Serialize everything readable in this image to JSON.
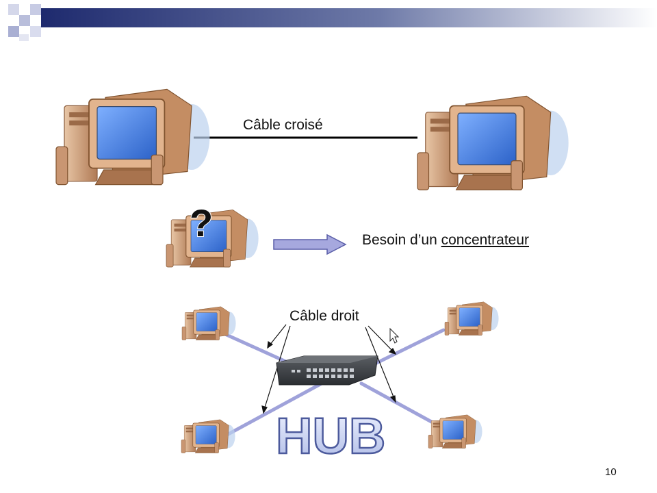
{
  "slide": {
    "crossover_label": "Câble croisé",
    "need_text_prefix": "Besoin d’un ",
    "need_text_link": "concentrateur",
    "straight_label": "Câble droit",
    "hub_label": "HUB",
    "question_mark": "?",
    "page_number": "10"
  },
  "colors": {
    "banner_dark": "#1e2a6e",
    "banner_light": "#ffffff",
    "cable_cross": "#000000",
    "cable_straight": "#9fa2da",
    "arrow_fill": "#a6a8de",
    "monitor_screen": "#3f7bdc",
    "computer_body": "#d2a27c",
    "hub_text": "#c9d2ee",
    "hub_stroke": "#4c5a9c"
  },
  "icons": [
    "computer-icon",
    "hub-device-icon",
    "right-arrow-icon",
    "question-mark-icon",
    "mouse-cursor-icon"
  ]
}
